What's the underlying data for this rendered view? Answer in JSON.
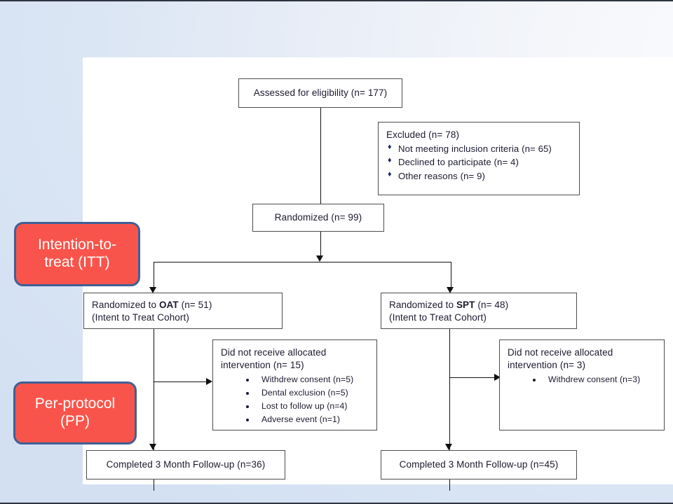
{
  "slide": {
    "background_top_color": "#d2e0f2",
    "panel_background": "#ffffff"
  },
  "flowchart": {
    "type": "consort-flow-diagram",
    "boxes": {
      "assessed": "Assessed for eligibility (n= 177)",
      "excluded_title": "Excluded (n= 78)",
      "excluded_items": [
        "Not meeting inclusion criteria (n= 65)",
        "Declined to participate (n= 4)",
        "Other reasons (n= 9)"
      ],
      "randomized": "Randomized (n= 99)",
      "oat_line1_prefix": "Randomized to ",
      "oat_line1_bold": "OAT",
      "oat_line1_suffix": " (n= 51)",
      "oat_line2": "(Intent to Treat Cohort)",
      "spt_line1_prefix": "Randomized to ",
      "spt_line1_bold": "SPT",
      "spt_line1_suffix": " (n= 48)",
      "spt_line2": "(Intent to Treat Cohort)",
      "oat_not_received_line1": "Did not receive allocated",
      "oat_not_received_line2": "intervention (n= 15)",
      "oat_not_received_items": [
        "Withdrew consent (n=5)",
        "Dental exclusion (n=5)",
        "Lost to follow up (n=4)",
        "Adverse event (n=1)"
      ],
      "spt_not_received_line1": "Did not receive allocated",
      "spt_not_received_line2": "intervention (n= 3)",
      "spt_not_received_items": [
        "Withdrew consent (n=3)"
      ],
      "oat_completed": "Completed 3 Month Follow-up (n=36)",
      "spt_completed": "Completed 3 Month Follow-up (n=45)"
    },
    "callouts": {
      "itt_line1": "Intention-to-",
      "itt_line2": "treat (ITT)",
      "pp_line1": "Per-protocol",
      "pp_line2": "(PP)",
      "fill_color": "#f9544b",
      "border_color": "#3f6095",
      "text_color": "#ffffff"
    }
  }
}
